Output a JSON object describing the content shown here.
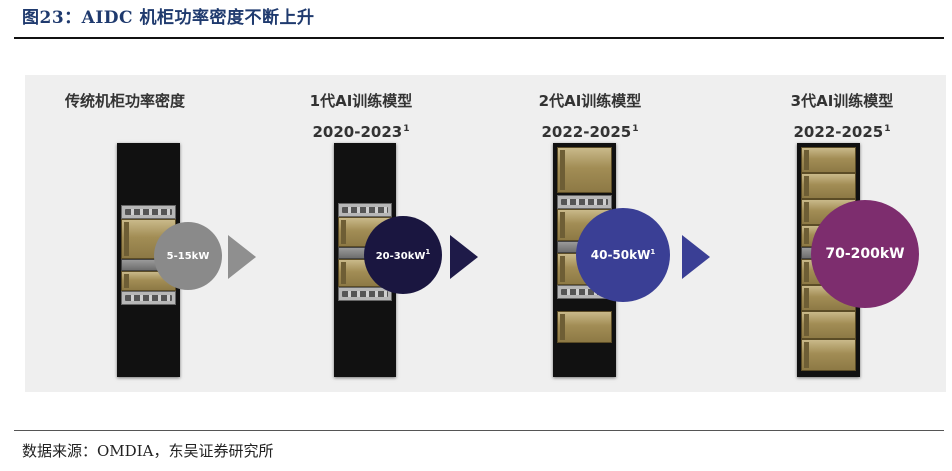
{
  "figure": {
    "title": "图23：AIDC 机柜功率密度不断上升",
    "source": "数据来源：OMDIA，东吴证券研究所"
  },
  "columns": [
    {
      "title_line1": "传统机柜功率密度",
      "title_line2": "",
      "title_sup": "",
      "power_label": "5-15kW",
      "power_sup": "",
      "circle_color": "#8a8a8a"
    },
    {
      "title_line1": "1代AI训练模型",
      "title_line2": "2020-2023",
      "title_sup": "1",
      "power_label": "20-30kW",
      "power_sup": "1",
      "circle_color": "#1a1640"
    },
    {
      "title_line1": "2代AI训练模型",
      "title_line2": "2022-2025",
      "title_sup": "1",
      "power_label": "40-50kW",
      "power_sup": "1",
      "circle_color": "#3a3f95"
    },
    {
      "title_line1": "3代AI训练模型",
      "title_line2": "2022-2025",
      "title_sup": "1",
      "power_label": "70-200kW",
      "power_sup": "",
      "circle_color": "#7d2d6e"
    }
  ],
  "arrows": [
    {
      "color": "#8f8f8f"
    },
    {
      "color": "#1e1a48"
    },
    {
      "color": "#3a3f95"
    }
  ]
}
